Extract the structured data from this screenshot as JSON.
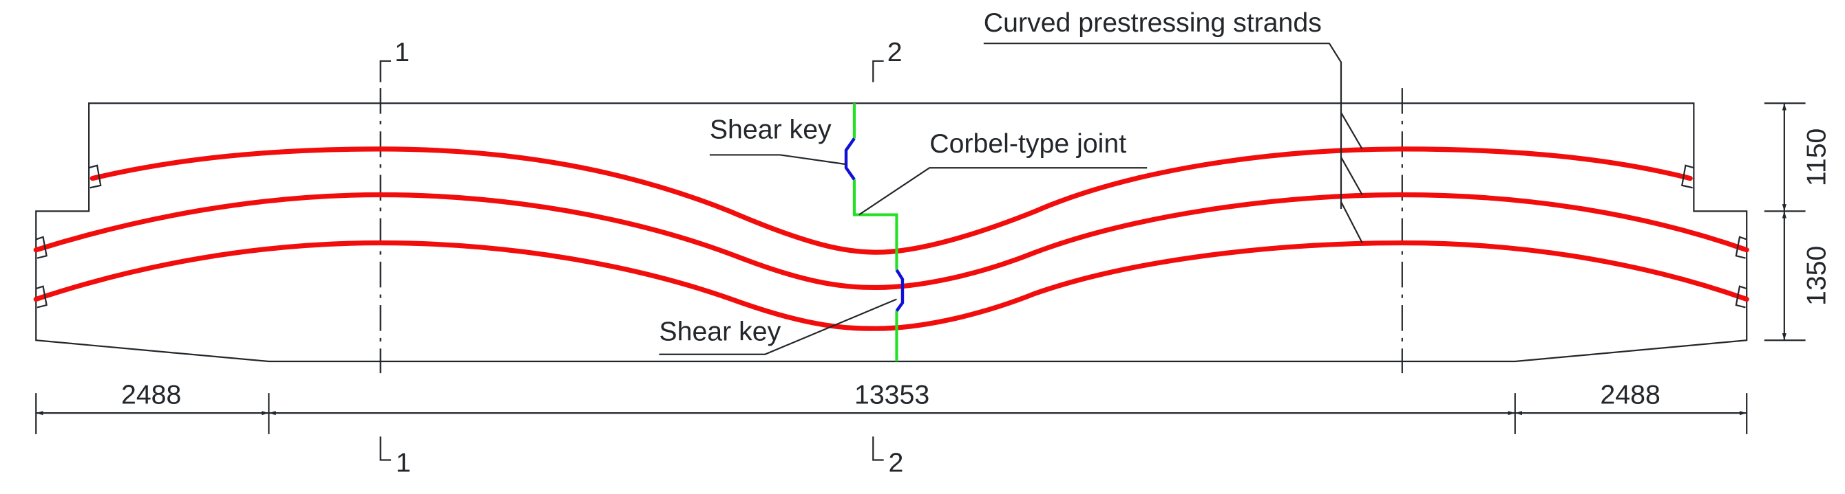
{
  "labels": {
    "strands": "Curved prestressing strands",
    "corbel_joint": "Corbel-type joint",
    "shear_key_top": "Shear key",
    "shear_key_bottom": "Shear key"
  },
  "sections": {
    "s1": "1",
    "s2": "2"
  },
  "dimensions": {
    "left": "2488",
    "middle": "13353",
    "right": "2488",
    "upper_height": "1150",
    "lower_height": "1350"
  },
  "colors": {
    "strand": "#f20d0d",
    "joint": "#22e022",
    "shear_key": "#1010d8",
    "outline": "#23272b"
  }
}
